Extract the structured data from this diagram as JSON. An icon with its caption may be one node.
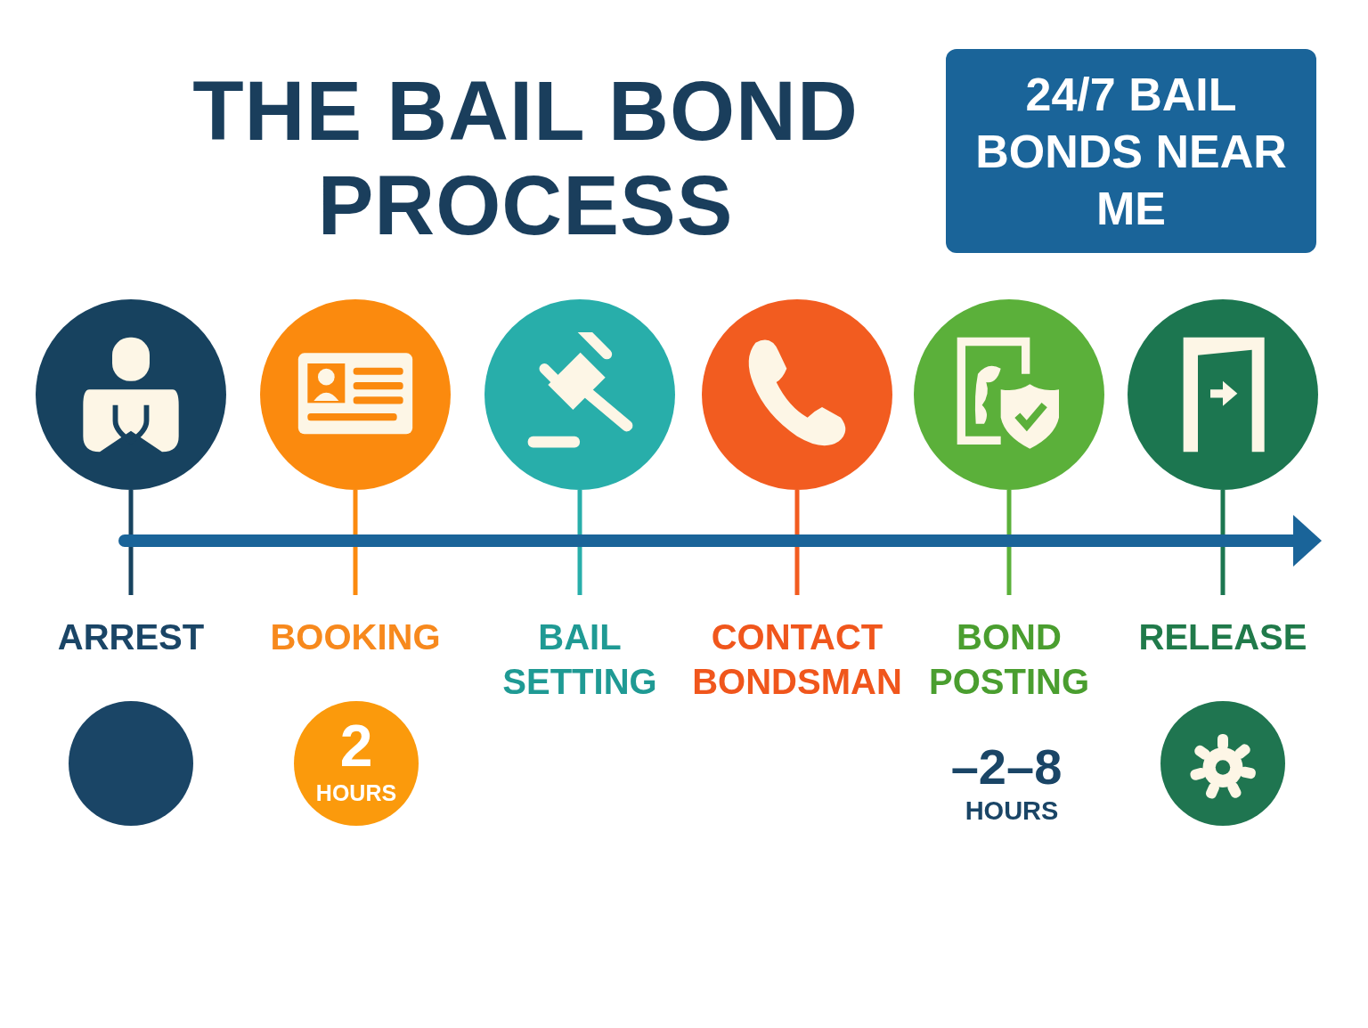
{
  "diagram": {
    "title": "THE BAIL BOND PROCESS",
    "nodes": [
      {
        "text": [
          "24/7 BAIL BONDS NEAR ME"
        ]
      },
      {
        "text": [],
        "shape": "circle"
      },
      {
        "text": [],
        "shape": "circle"
      },
      {
        "text": [],
        "shape": "circle"
      },
      {
        "text": [],
        "shape": "circle"
      },
      {
        "text": [],
        "shape": "circle"
      },
      {
        "text": [],
        "shape": "circle"
      },
      {
        "text": [],
        "shape": "circle"
      },
      {
        "text": [
          "2",
          "HOURS"
        ]
      },
      {
        "text": [],
        "shape": "circle"
      }
    ],
    "labels": [
      "ARREST",
      "BOOKING",
      "BAIL SETTING",
      "CONTACT BONDSMAN",
      "BOND POSTING",
      "RELEASE",
      "–2–8",
      "HOURS"
    ]
  }
}
